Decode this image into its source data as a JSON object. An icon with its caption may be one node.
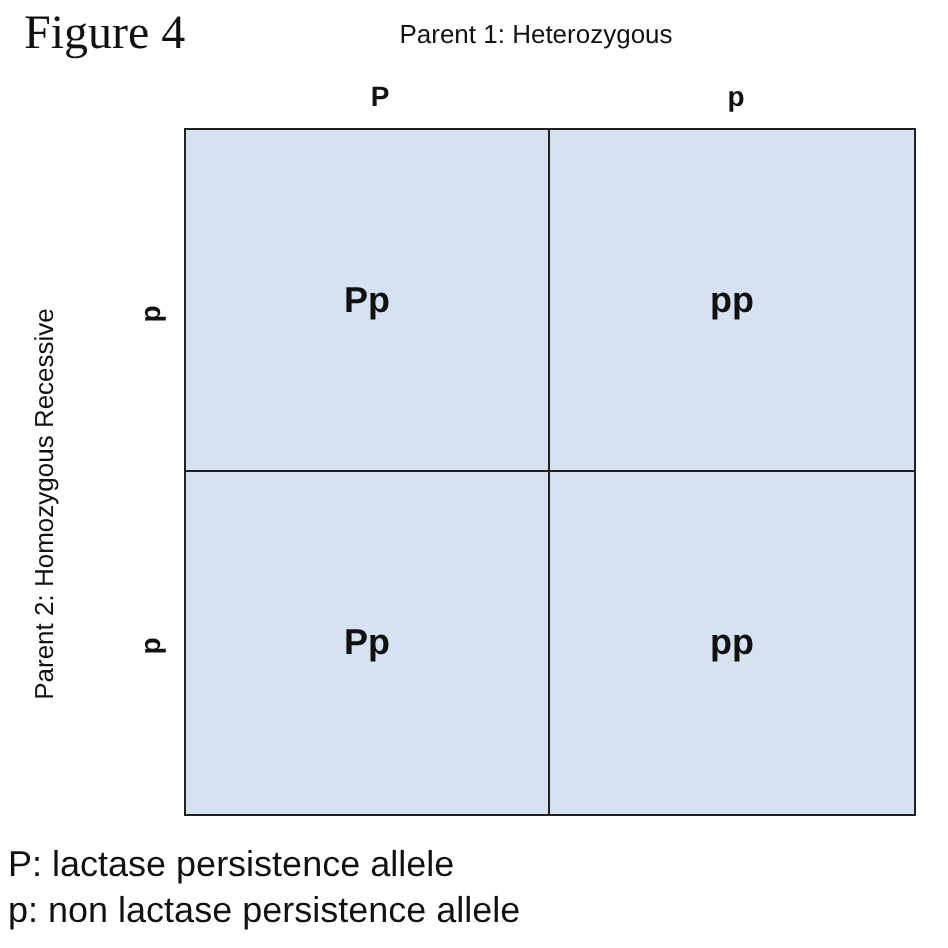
{
  "diagram": {
    "title": "Figure 4",
    "nodes": [
      {
        "text": [
          "Pp"
        ]
      },
      {
        "text": [
          "pp"
        ]
      },
      {
        "text": [
          "Pp"
        ]
      },
      {
        "text": [
          "pp"
        ]
      }
    ],
    "labels": [
      "Parent 1: Heterozygous",
      "P",
      "p",
      "Parent 2: Homozygous Recessive",
      "p",
      "p",
      "P: lactase persistence allele",
      "p: non lactase persistence allele"
    ]
  }
}
